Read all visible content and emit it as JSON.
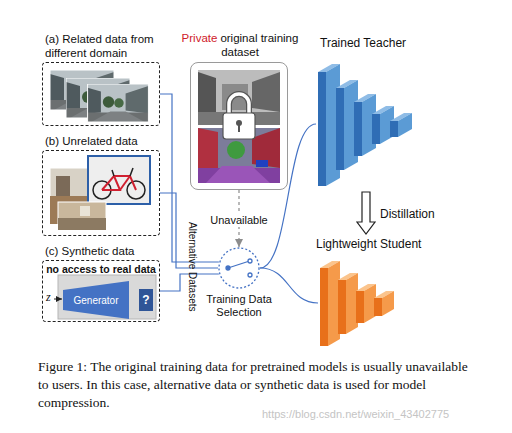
{
  "diagram": {
    "caption": "Figure 1: The original training data for pretrained models is usually unavailable to users. In this case, alternative data or synthetic data is used for model compression.",
    "nodes": [
      {
        "text": [
          "(a) Related data from different domain"
        ]
      },
      {
        "text": [
          "(b) Unrelated data"
        ]
      },
      {
        "text": [
          "(c) Synthetic data",
          "no access to real data"
        ]
      },
      {
        "text": [
          "Generator"
        ],
        "in": 2
      },
      {
        "text": [
          "?"
        ],
        "in": 2
      },
      {
        "text": [
          "Private",
          "original training dataset"
        ]
      },
      {
        "text": [
          "Training Data Selection"
        ]
      },
      {
        "text": [
          "Trained Teacher"
        ]
      },
      {
        "text": [
          "Lightweight Student"
        ]
      }
    ],
    "edges": [
      {
        "from": 0,
        "to": 6,
        "arrow": "none"
      },
      {
        "from": 1,
        "to": 6,
        "arrow": "none"
      },
      {
        "from": 2,
        "to": 6,
        "arrow": "none"
      },
      {
        "from": 5,
        "to": 6,
        "arrow": "to"
      },
      {
        "from": 6,
        "to": 7,
        "arrow": "none"
      },
      {
        "from": 6,
        "to": 8,
        "arrow": "none"
      },
      {
        "from": 7,
        "to": 8,
        "arrow": "to",
        "label": "Distillation"
      }
    ],
    "labels": [
      "z",
      "Unavailable",
      "Alternative Datasets",
      "https://blog.csdn.net/weixin_43402775"
    ]
  }
}
